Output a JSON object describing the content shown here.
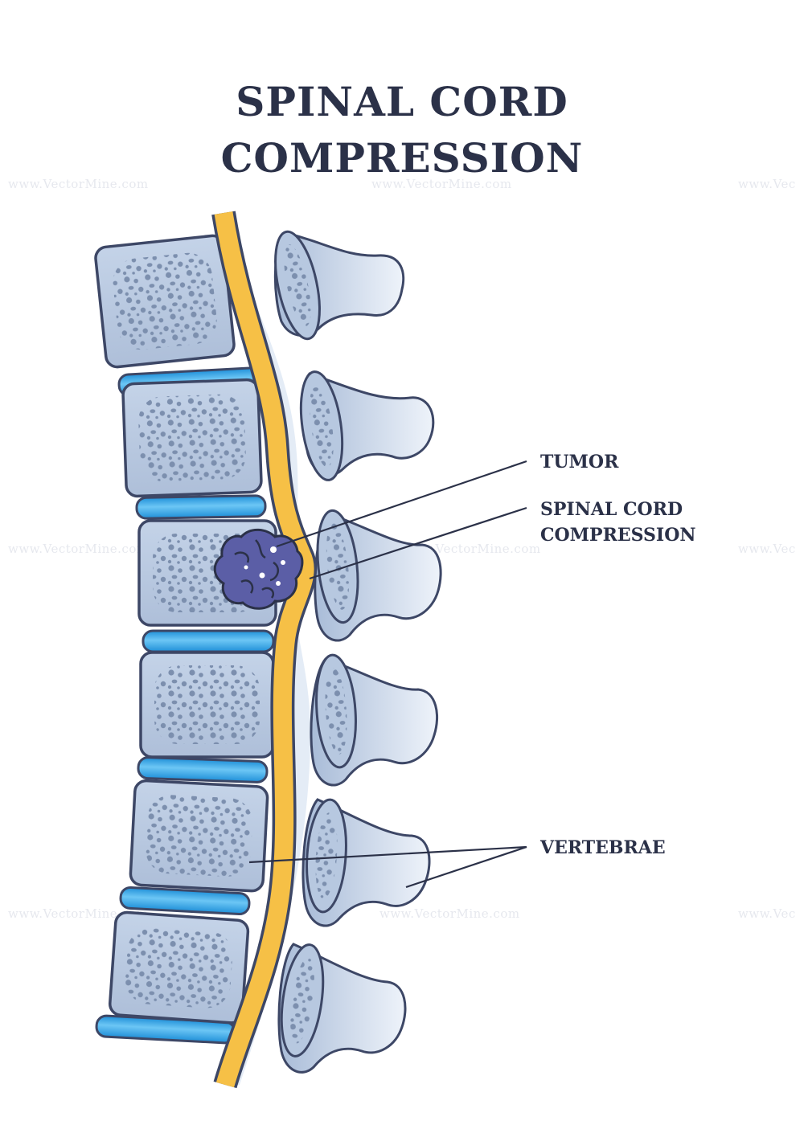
{
  "title": {
    "line1": "SPINAL CORD",
    "line2": "COMPRESSION"
  },
  "labels": {
    "tumor": "TUMOR",
    "compression_line1": "SPINAL CORD",
    "compression_line2": "COMPRESSION",
    "vertebrae": "VERTEBRAE"
  },
  "watermark": {
    "text": "www.VectorMine.com",
    "text_cut": "www.Vec"
  },
  "colors": {
    "title": "#2b3148",
    "bone_fill": "#b7c8e0",
    "bone_outline": "#3d4766",
    "spongy_holes": "#7c8fae",
    "discs": "#3aa6e6",
    "spinal_cord": "#f6c046",
    "tumor": "#5b5ea6"
  }
}
